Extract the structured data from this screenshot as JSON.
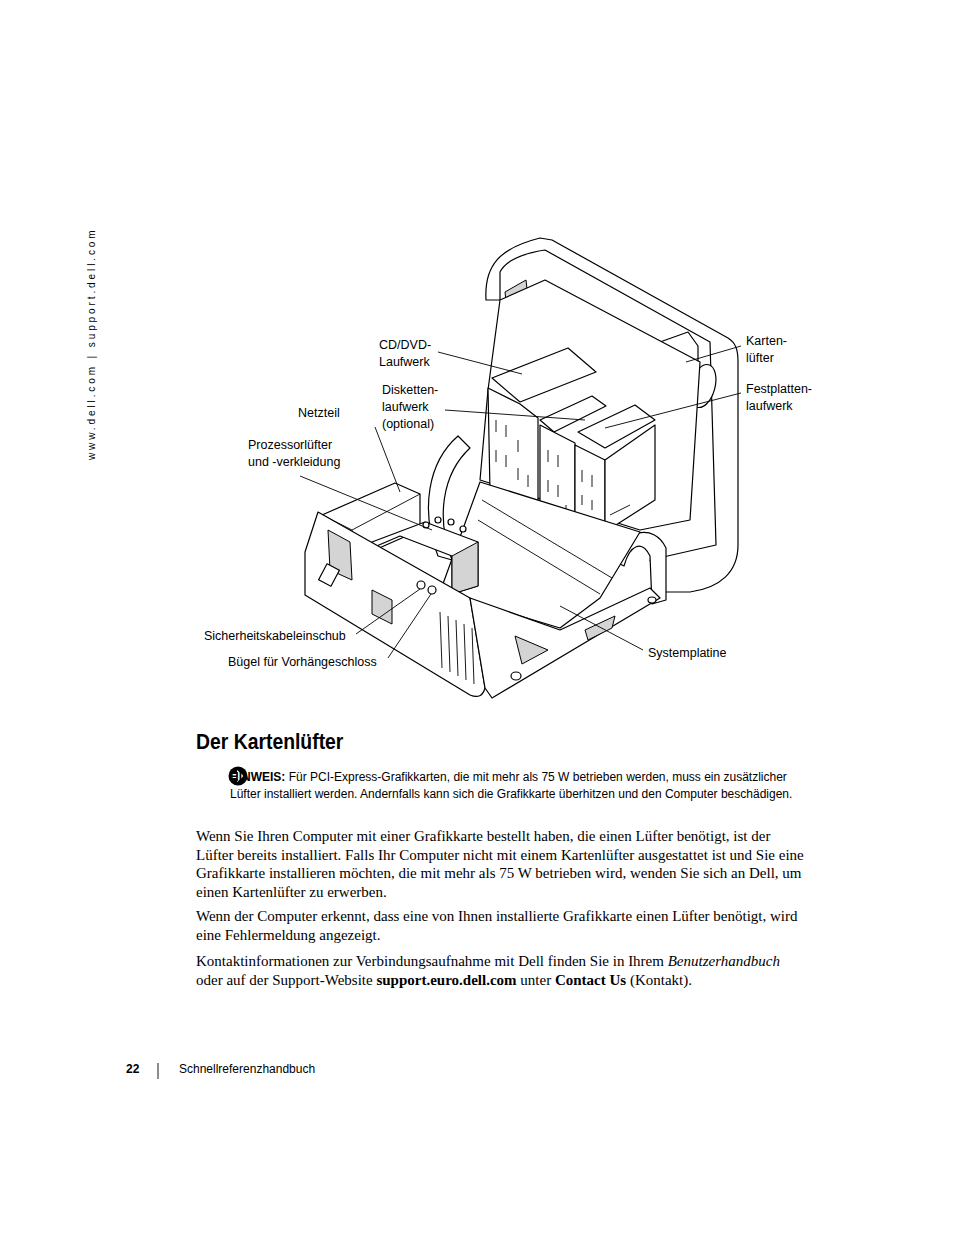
{
  "diagram": {
    "title": "Der Kartenlüfter",
    "labels": [
      "www.dell.com | support.dell.com",
      "CD/DVD- Laufwerk",
      "Disketten- laufwerk (optional)",
      "Netzteil",
      "Prozessorlüfter und -verkleidung",
      "Karten- lüfter",
      "Festplatten- laufwerk",
      "Sicherheitskabeleinschub",
      "Bügel für Vorhängeschloss",
      "Systemplatine",
      "HINWEIS:",
      "Für PCI-Express-Grafikkarten, die mit mehr als 75 W betrieben werden, muss ein zusätzlicher Lüfter installiert werden. Andernfalls kann sich die Grafikkarte überhitzen und den Computer beschädigen.",
      "Wenn Sie Ihren Computer mit einer Grafikkarte bestellt haben, die einen Lüfter benötigt, ist der Lüfter bereits installiert. Falls Ihr Computer nicht mit einem Kartenlüfter ausgestattet ist und Sie eine Grafikkarte installieren möchten, die mit mehr als 75 W betrieben wird, wenden Sie sich an Dell, um einen Kartenlüfter zu erwerben.",
      "Wenn der Computer erkennt, dass eine von Ihnen installierte Grafikkarte einen Lüfter benötigt, wird eine Fehlermeldung angezeigt.",
      "Kontaktinformationen zur Verbindungsaufnahme mit Dell finden Sie in Ihrem",
      "Benutzerhandbuch",
      "oder auf der Support-Website",
      "support.euro.dell.com",
      "unter",
      "Contact Us",
      "(Kontakt).",
      "22",
      "Schnellreferenzhandbuch"
    ]
  }
}
